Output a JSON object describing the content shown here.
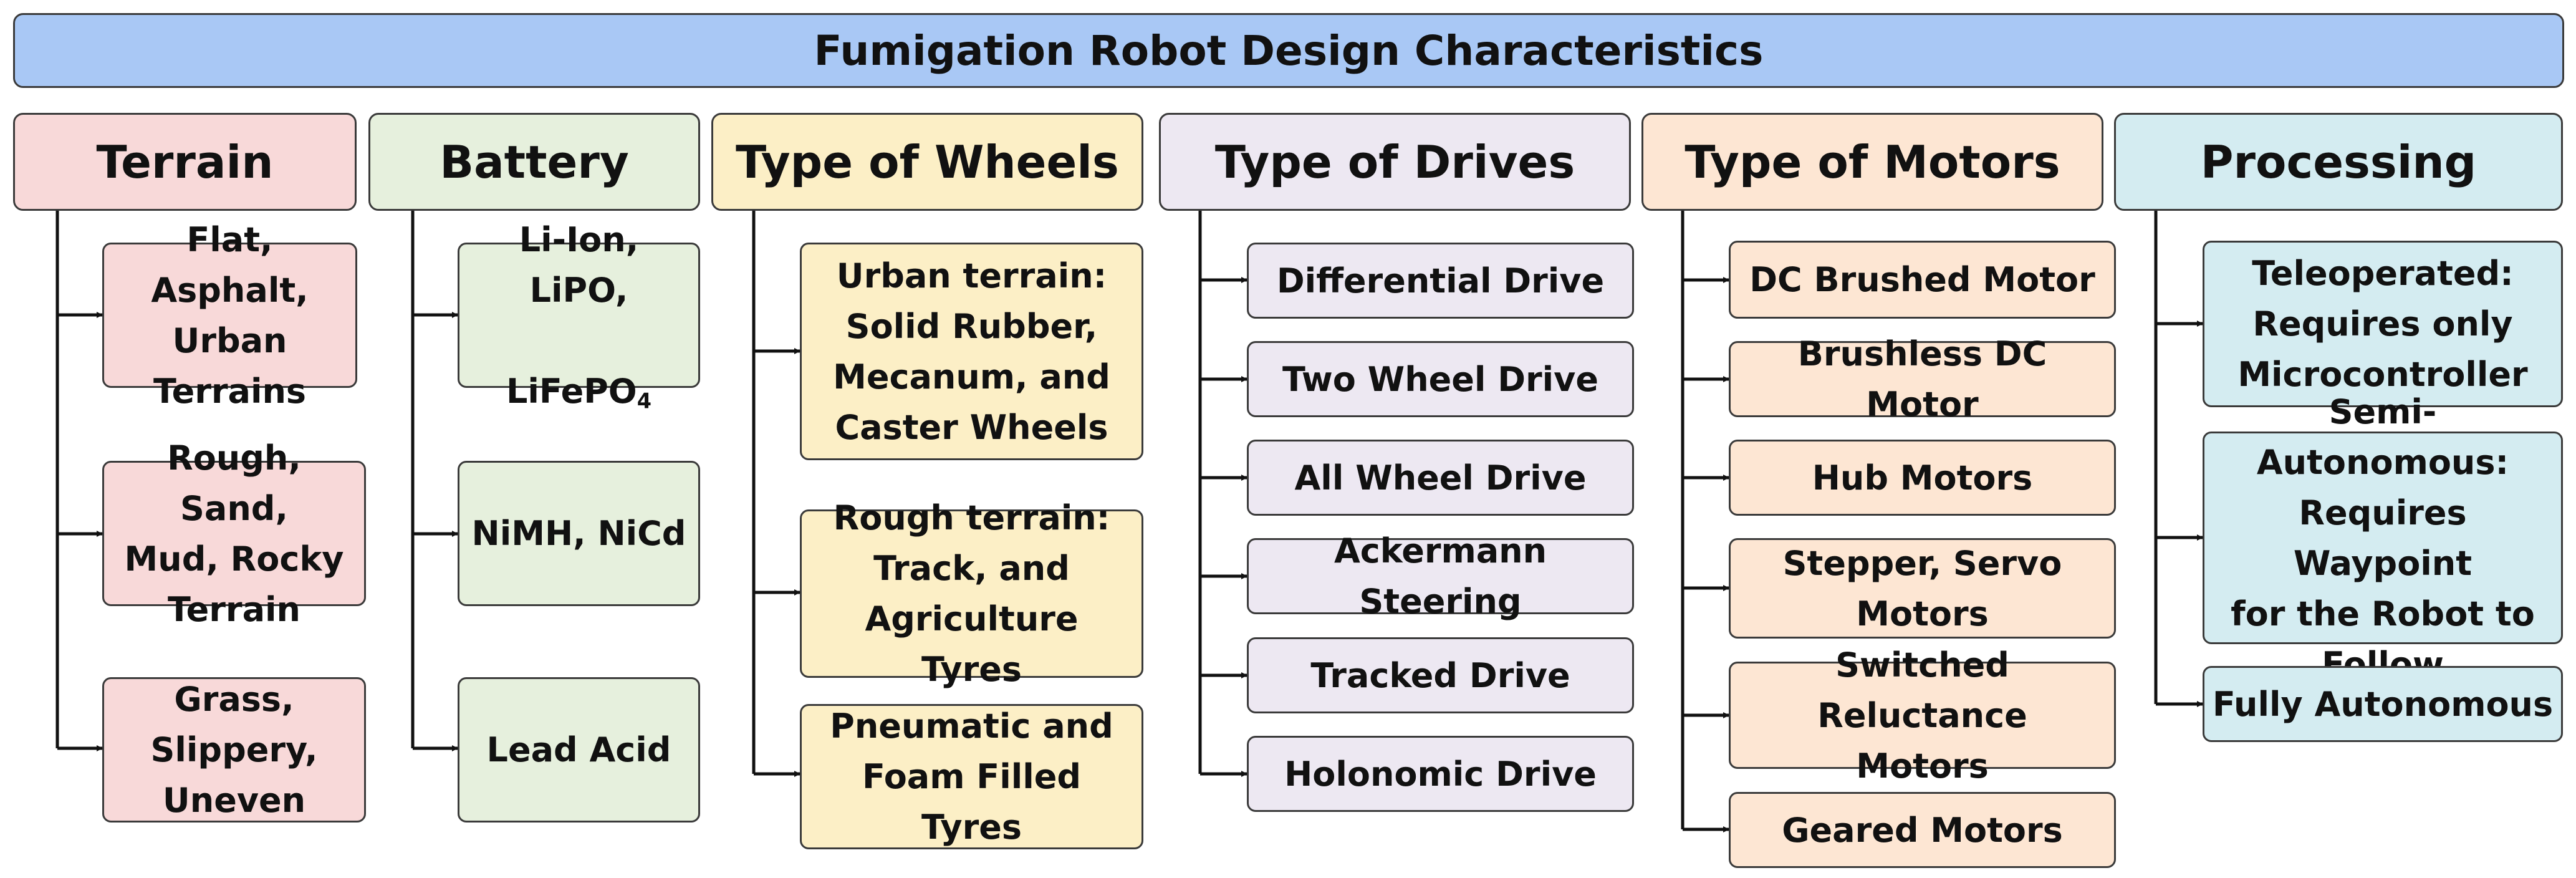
{
  "title": "Fumigation Robot Design Characteristics",
  "colors": {
    "title": "#a9c8f5",
    "terrain": "#f8d9d9",
    "battery": "#e6f0dd",
    "wheels": "#fcefc6",
    "drives": "#ede8f2",
    "motors": "#fde6d3",
    "processing": "#d4ecf1",
    "border": "#3a3a3a"
  },
  "categories": [
    {
      "header": "Terrain",
      "items": [
        "Flat, Asphalt,\nUrban\nTerrains",
        "Rough, Sand,\nMud, Rocky\nTerrain",
        "Grass,\nSlippery,\nUneven"
      ]
    },
    {
      "header": "Battery",
      "items": [
        "Li-Ion, LiPO,",
        "NiMH, NiCd",
        "Lead Acid"
      ],
      "battery_item1_line2": "LiFePO",
      "battery_item1_sub": "4"
    },
    {
      "header": "Type of Wheels",
      "items": [
        "Urban terrain:\nSolid Rubber,\nMecanum, and\nCaster Wheels",
        "Rough terrain:\nTrack, and\nAgriculture Tyres",
        "Pneumatic and\nFoam Filled Tyres"
      ]
    },
    {
      "header": "Type of Drives",
      "items": [
        "Differential Drive",
        "Two Wheel Drive",
        "All Wheel Drive",
        "Ackermann Steering",
        "Tracked Drive",
        "Holonomic Drive"
      ]
    },
    {
      "header": "Type of Motors",
      "items": [
        "DC Brushed Motor",
        "Brushless DC Motor",
        "Hub Motors",
        "Stepper, Servo\nMotors",
        "Switched Reluctance\nMotors",
        "Geared Motors"
      ]
    },
    {
      "header": "Processing",
      "items": [
        "Teleoperated:\nRequires only\nMicrocontroller",
        "Semi-Autonomous:\nRequires Waypoint\nfor the Robot to\nFollow",
        "Fully Autonomous"
      ]
    }
  ]
}
